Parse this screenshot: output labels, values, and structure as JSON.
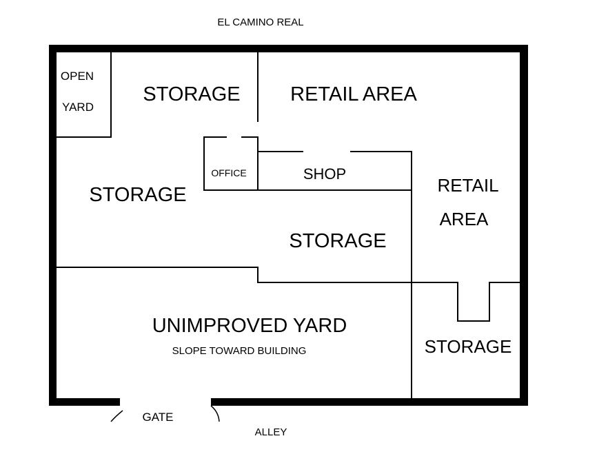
{
  "streets": {
    "north": "EL CAMINO REAL",
    "south": "ALLEY"
  },
  "gate": {
    "label": "GATE"
  },
  "rooms": {
    "open_yard_line1": "OPEN",
    "open_yard_line2": "YARD",
    "storage_top": "STORAGE",
    "retail_top": "RETAIL AREA",
    "office": "OFFICE",
    "shop": "SHOP",
    "storage_left": "STORAGE",
    "retail_right_line1": "RETAIL",
    "retail_right_line2": "AREA",
    "storage_center": "STORAGE",
    "unimproved_yard": "UNIMPROVED YARD",
    "slope_note": "SLOPE TOWARD BUILDING",
    "storage_bottom_right": "STORAGE"
  }
}
